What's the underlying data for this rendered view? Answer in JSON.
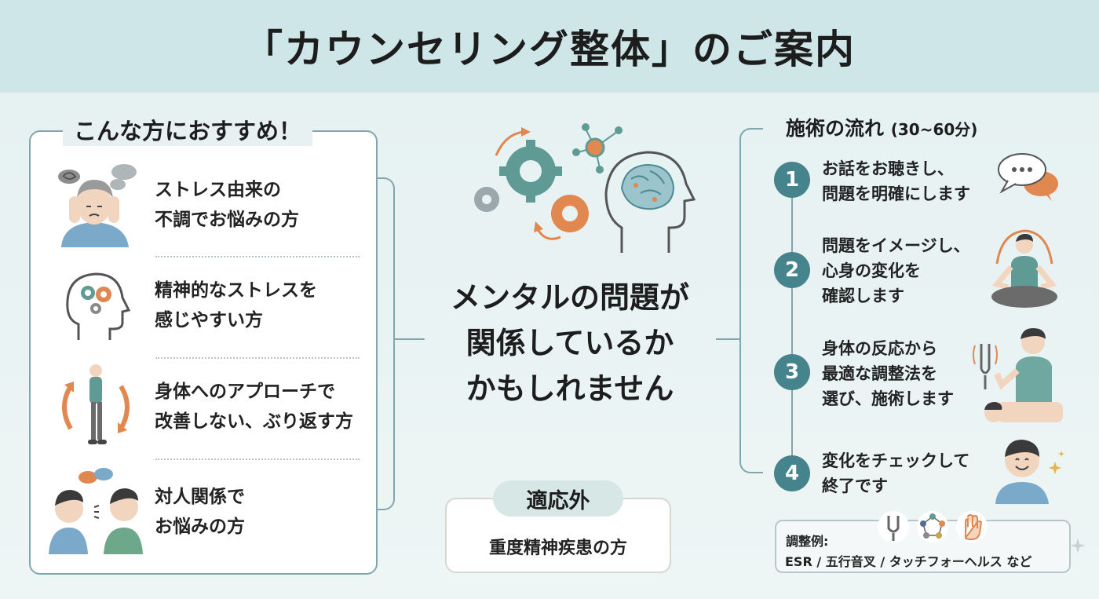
{
  "header": {
    "title": "「カウンセリング整体」のご案内"
  },
  "recommend": {
    "title": "こんな方におすすめ！",
    "items": [
      {
        "icon": "stressed-person-icon",
        "lines": [
          "ストレス由来の",
          "不調でお悩みの方"
        ]
      },
      {
        "icon": "head-gears-icon",
        "lines": [
          "精神的なストレスを",
          "感じやすい方"
        ]
      },
      {
        "icon": "person-cycle-icon",
        "lines": [
          "身体へのアプローチで",
          "改善しない、ぶり返す方"
        ]
      },
      {
        "icon": "two-people-talking-icon",
        "lines": [
          "対人関係で",
          "お悩みの方"
        ]
      }
    ]
  },
  "center": {
    "icon": "brain-gears-network-icon",
    "message_lines": [
      "メンタルの問題が",
      "関係しているか",
      "かもしれません"
    ],
    "exclusion": {
      "tag": "適応外",
      "text": "重度精神疾患の方"
    }
  },
  "flow": {
    "title": "施術の流れ",
    "duration": "(30~60分)",
    "steps": [
      {
        "num": "1",
        "icon": "speech-bubbles-icon",
        "lines": [
          "お話をお聴きし、",
          "問題を明確にします"
        ]
      },
      {
        "num": "2",
        "icon": "meditating-person-icon",
        "lines": [
          "問題をイメージし、",
          "心身の変化を",
          "確認します"
        ]
      },
      {
        "num": "3",
        "icon": "practitioner-treatment-icon",
        "lines": [
          "身体の反応から",
          "最適な調整法を",
          "選び、施術します"
        ]
      },
      {
        "num": "4",
        "icon": "smiling-person-icon",
        "lines": [
          "変化をチェックして",
          "終了です"
        ]
      }
    ],
    "adjust": {
      "label": "調整例:",
      "text": "ESR / 五行音叉 / タッチフォーヘルス など",
      "icons": [
        "tuning-fork-icon",
        "five-elements-icon",
        "hand-icon"
      ]
    }
  },
  "colors": {
    "header_bg": "#cfe6e8",
    "accent": "#45848c",
    "border": "#7fa7ad",
    "gear_teal": "#5f9a95",
    "gear_orange": "#e0884f",
    "page_bg": "#e9f2f3"
  }
}
